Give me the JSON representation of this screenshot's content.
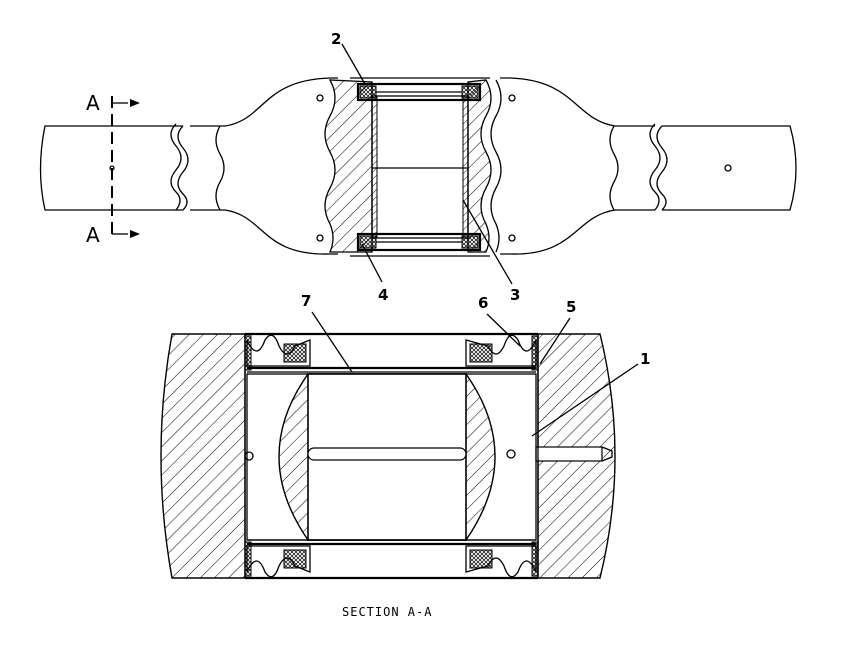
{
  "callouts": {
    "n1": "1",
    "n2": "2",
    "n3": "3",
    "n4": "4",
    "n5": "5",
    "n6": "6",
    "n7": "7"
  },
  "section_marks": {
    "top": "A",
    "bottom": "A"
  },
  "caption": "SECTION A-A",
  "colors": {
    "line": "#000000",
    "background": "#ffffff"
  }
}
